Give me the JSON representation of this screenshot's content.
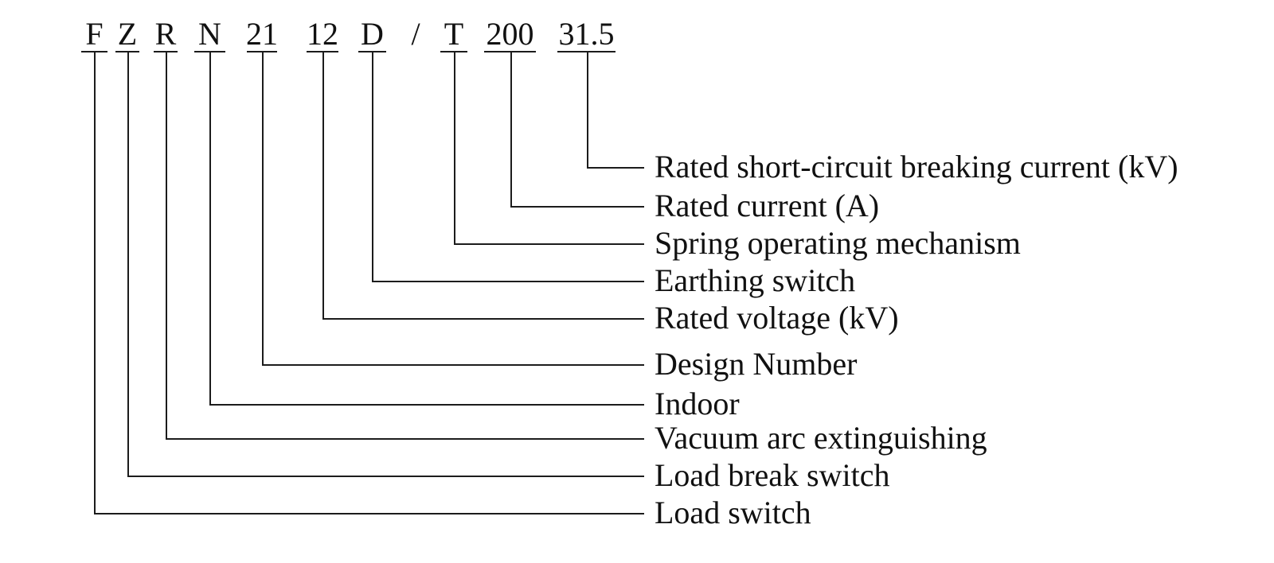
{
  "colors": {
    "background": "#ffffff",
    "line": "#1c1c1c",
    "text": "#111111"
  },
  "designation_diagram": {
    "code_segments": [
      "F",
      "Z",
      "R",
      "N",
      "21",
      "12",
      "D",
      "/",
      "T",
      "200",
      "31.5"
    ],
    "meanings": [
      {
        "code": "31.5",
        "label": "Rated short-circuit breaking current (kV)"
      },
      {
        "code": "200",
        "label": "Rated current (A)"
      },
      {
        "code": "T",
        "label": "Spring operating mechanism"
      },
      {
        "code": "D",
        "label": "Earthing switch"
      },
      {
        "code": "12",
        "label": "Rated voltage (kV)"
      },
      {
        "code": "21",
        "label": "Design Number"
      },
      {
        "code": "N",
        "label": "Indoor"
      },
      {
        "code": "R",
        "label": "Vacuum arc extinguishing"
      },
      {
        "code": "Z",
        "label": "Load break switch"
      },
      {
        "code": "F",
        "label": "Load switch"
      }
    ]
  }
}
